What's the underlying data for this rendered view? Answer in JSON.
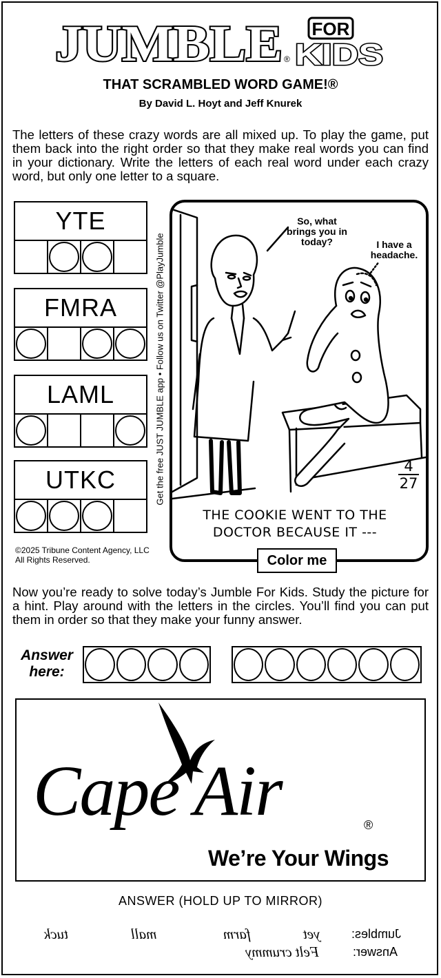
{
  "header": {
    "logo_main": "JUMBLE",
    "logo_for": "FOR",
    "logo_kids": "KIDS",
    "logo_reg": "®",
    "tagline": "THAT SCRAMBLED WORD GAME!®",
    "byline": "By David L. Hoyt and Jeff Knurek"
  },
  "instructions": "The letters of these crazy words are all mixed up. To play the game, put them back into the right order so that they make real words you can find in your dictionary. Write the letters of each real word under each crazy word, but only one letter to a square.",
  "words": [
    {
      "scrambled": "YTE",
      "cells": [
        "blank",
        "circle",
        "circle",
        "blank"
      ]
    },
    {
      "scrambled": "FMRA",
      "cells": [
        "circle",
        "blank",
        "circle",
        "circle"
      ]
    },
    {
      "scrambled": "LAML",
      "cells": [
        "circle",
        "blank",
        "blank",
        "circle"
      ]
    },
    {
      "scrambled": "UTKC",
      "cells": [
        "circle",
        "circle",
        "circle",
        "blank"
      ]
    }
  ],
  "side_credit": "Get the free JUST JUMBLE app • Follow us on Twitter @PlayJumble",
  "copyright": [
    "©2025 Tribune Content Agency, LLC",
    "All Rights Reserved."
  ],
  "cartoon": {
    "doctor_speech": [
      "So, what",
      "brings you in",
      "today?"
    ],
    "cookie_speech": [
      "I have a",
      "headache."
    ],
    "date_top": "4",
    "date_bottom": "27",
    "caption_line1": "THE COOKIE WENT TO THE",
    "caption_line2": "DOCTOR BECAUSE IT ---",
    "color_me_label": "Color me"
  },
  "solve_text": "Now you’re ready to solve today’s Jumble For Kids. Study the picture for a hint. Play around with the letters in the circles. You’ll find you can put them in order so that they make your funny answer.",
  "answer": {
    "label_line1": "Answer",
    "label_line2": "here:",
    "word1_length": 4,
    "word2_length": 6
  },
  "ad": {
    "brand": "Cape Air",
    "reg": "®",
    "slogan": "We’re Your Wings"
  },
  "mirror_answer": {
    "title": "ANSWER (HOLD UP TO MIRROR)",
    "jumbles_label": "Jumbles:",
    "answer_label": "Answer:",
    "jumble_answers": [
      "yet",
      "farm",
      "mall",
      "tuck"
    ],
    "final_answer": "Felt crummy"
  },
  "colors": {
    "ink": "#000000",
    "paper": "#ffffff"
  }
}
